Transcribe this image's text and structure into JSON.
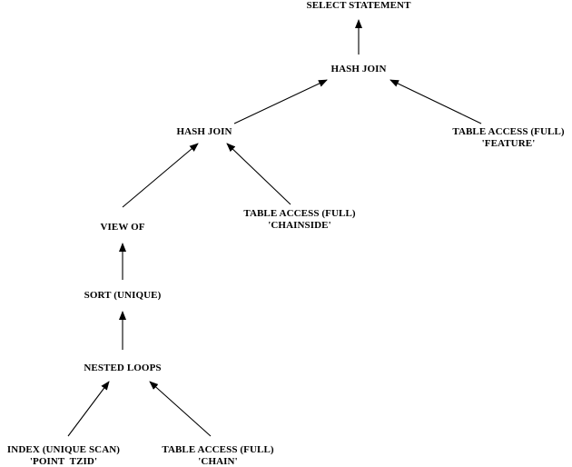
{
  "nodes": {
    "select_statement": {
      "label": "SELECT STATEMENT"
    },
    "hash_join_top": {
      "label": "HASH JOIN"
    },
    "hash_join_inner": {
      "label": "HASH JOIN"
    },
    "table_access_feature": {
      "label": "TABLE ACCESS (FULL)",
      "object": "'FEATURE'"
    },
    "view_of": {
      "label": "VIEW OF"
    },
    "table_access_chainside": {
      "label": "TABLE ACCESS (FULL)",
      "object": "'CHAINSIDE'"
    },
    "sort_unique": {
      "label": "SORT (UNIQUE)"
    },
    "nested_loops": {
      "label": "NESTED LOOPS"
    },
    "index_unique_scan": {
      "label": "INDEX (UNIQUE SCAN)",
      "object": "'POINT  TZID'"
    },
    "table_access_chain": {
      "label": "TABLE ACCESS (FULL)",
      "object": "'CHAIN'"
    }
  },
  "edges": [
    {
      "from": "hash_join_top",
      "to": "select_statement"
    },
    {
      "from": "hash_join_inner",
      "to": "hash_join_top"
    },
    {
      "from": "table_access_feature",
      "to": "hash_join_top"
    },
    {
      "from": "view_of",
      "to": "hash_join_inner"
    },
    {
      "from": "table_access_chainside",
      "to": "hash_join_inner"
    },
    {
      "from": "sort_unique",
      "to": "view_of"
    },
    {
      "from": "nested_loops",
      "to": "sort_unique"
    },
    {
      "from": "index_unique_scan",
      "to": "nested_loops"
    },
    {
      "from": "table_access_chain",
      "to": "nested_loops"
    }
  ]
}
